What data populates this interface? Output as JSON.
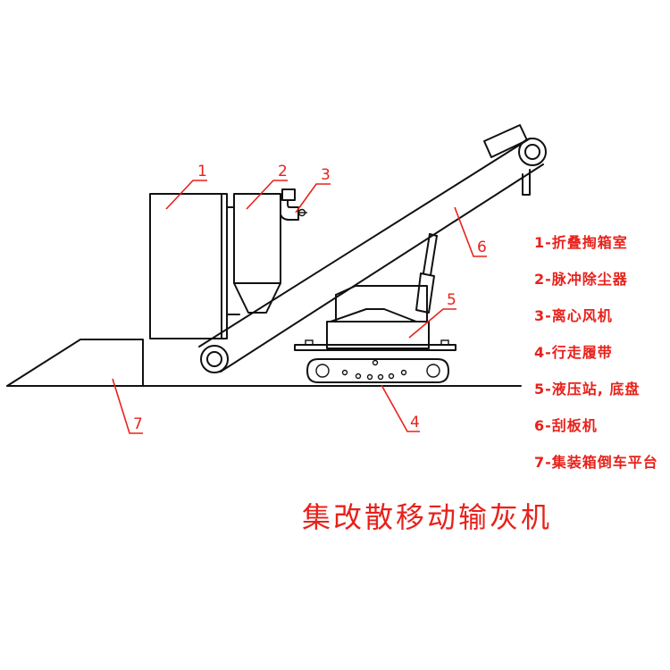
{
  "callouts": [
    "1",
    "2",
    "3",
    "4",
    "5",
    "6",
    "7"
  ],
  "legend": [
    "1-折叠掏箱室",
    "2-脉冲除尘器",
    "3-离心风机",
    "4-行走履带",
    "5-液压站, 底盘",
    "6-刮板机",
    "7-集装箱倒车平台"
  ],
  "title": "集改散移动输灰机",
  "colors": {
    "annotation": "#e8211b",
    "line": "#111111",
    "background": "#ffffff"
  }
}
